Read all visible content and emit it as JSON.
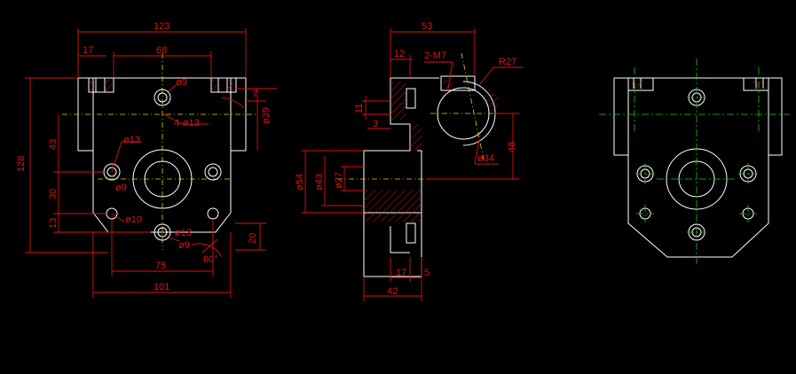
{
  "drawing": {
    "background": "#000000",
    "colors": {
      "outline": "#ffffff",
      "dimension": "#e01010",
      "center_yellow": "#e8d000",
      "center_green": "#19c219"
    },
    "front_view": {
      "dims": {
        "overall_width": "123",
        "slot_offset": "17",
        "slot_spacing": "68",
        "hole_top": "ø9",
        "top_holes": "4-ø13",
        "notch": "7",
        "bore_height": "ø39",
        "total_height": "128",
        "upper_height": "43",
        "mid_height": "30",
        "low_height": "13",
        "hole_mid": "ø13",
        "hole_mid_inner": "ø9",
        "hole_low": "ø10",
        "hole_bottom": "ø13",
        "hole_bottom_inner": "ø9",
        "chamfer_height": "20",
        "chamfer_angle": "60°",
        "hole_spacing": "75",
        "base_width": "101"
      }
    },
    "side_view": {
      "dims": {
        "top_width": "53",
        "flange": "12",
        "thread": "2-M7",
        "radius": "R27",
        "small_gap": "11",
        "step": "3",
        "bore": "ø34",
        "height": "48",
        "boss_outer": "ø54",
        "boss_mid": "ø43",
        "boss_inner": "ø27",
        "lower_a": "17",
        "lower_b": "5",
        "base_length": "42"
      }
    },
    "right_view": {}
  }
}
